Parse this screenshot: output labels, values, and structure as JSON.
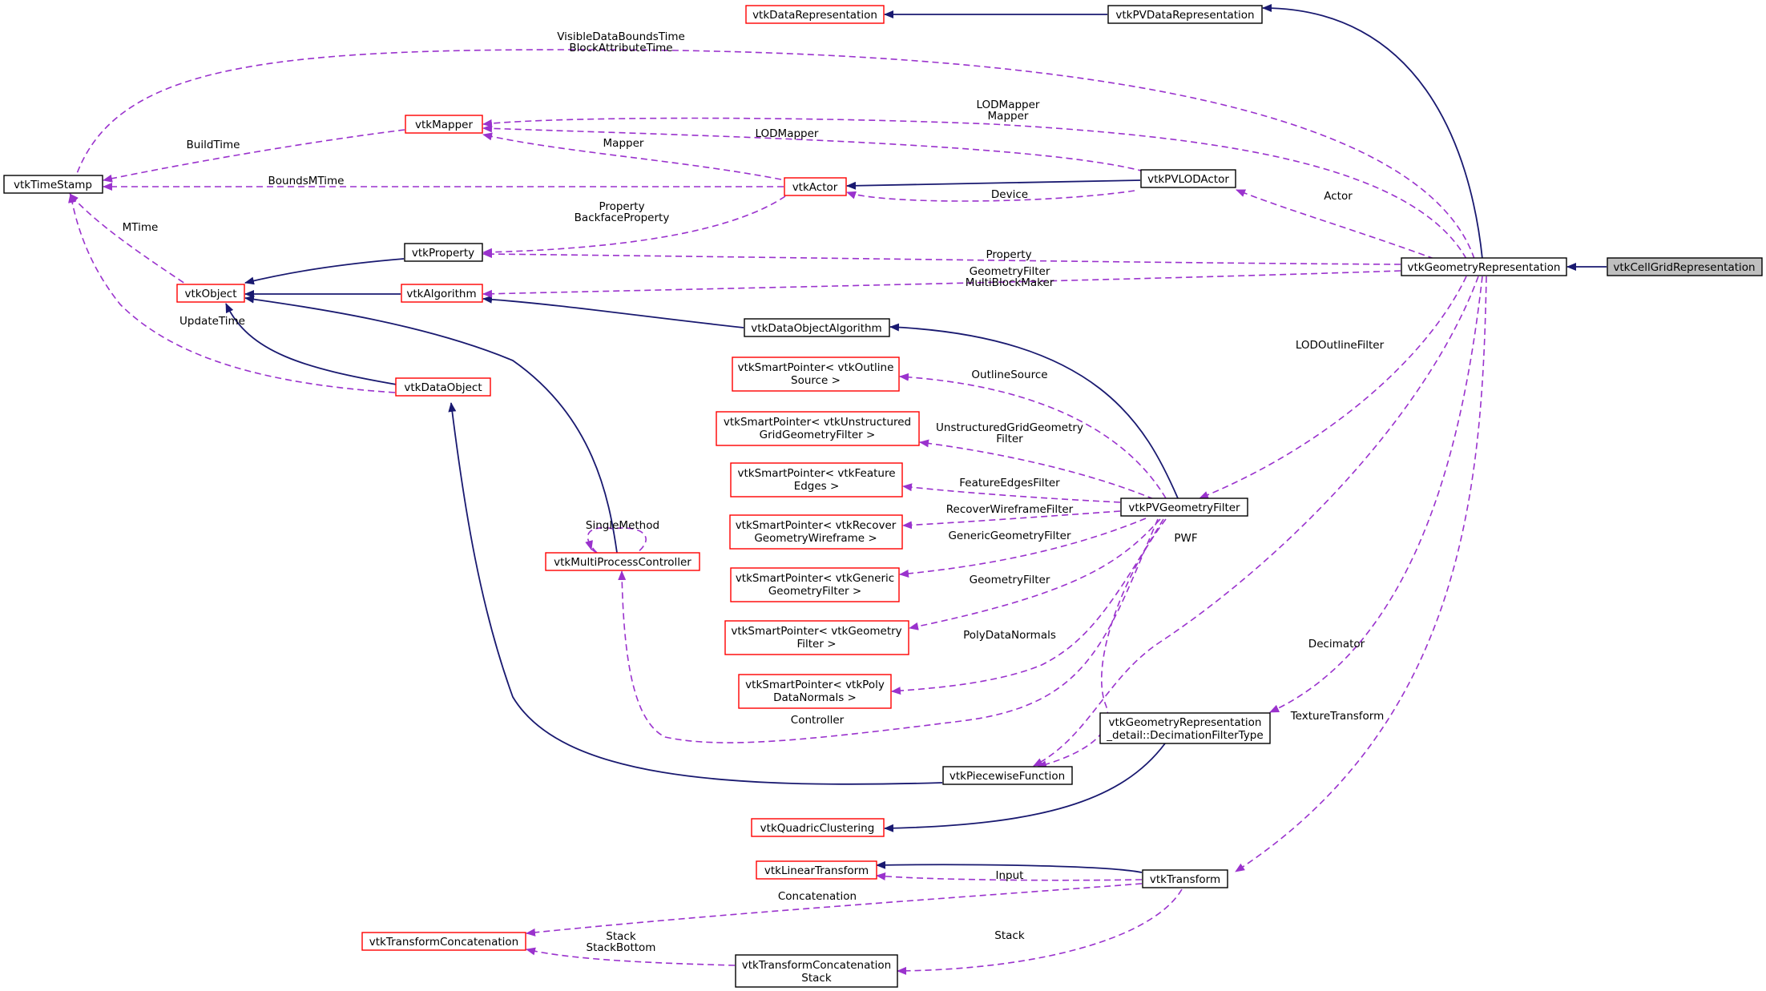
{
  "colors": {
    "inheritance_edge": "#191970",
    "usage_edge": "#9a32cd",
    "documented_border": "#000000",
    "undocumented_border": "#ff0000",
    "focus_fill": "#bfbfbf"
  },
  "nodes": {
    "vtkCellGridRepresentation": "vtkCellGridRepresentation",
    "vtkGeometryRepresentation": "vtkGeometryRepresentation",
    "vtkPVDataRepresentation": "vtkPVDataRepresentation",
    "vtkDataRepresentation": "vtkDataRepresentation",
    "vtkTimeStamp": "vtkTimeStamp",
    "vtkMapper": "vtkMapper",
    "vtkActor": "vtkActor",
    "vtkPVLODActor": "vtkPVLODActor",
    "vtkProperty": "vtkProperty",
    "vtkObject": "vtkObject",
    "vtkAlgorithm": "vtkAlgorithm",
    "vtkDataObjectAlgorithm": "vtkDataObjectAlgorithm",
    "vtkDataObject": "vtkDataObject",
    "vtkMultiProcessController": "vtkMultiProcessController",
    "sp_outline": [
      "vtkSmartPointer< vtkOutline",
      "Source >"
    ],
    "sp_unstructured": [
      "vtkSmartPointer< vtkUnstructured",
      "GridGeometryFilter >"
    ],
    "sp_feature": [
      "vtkSmartPointer< vtkFeature",
      "Edges >"
    ],
    "sp_recover": [
      "vtkSmartPointer< vtkRecover",
      "GeometryWireframe >"
    ],
    "sp_generic": [
      "vtkSmartPointer< vtkGeneric",
      "GeometryFilter >"
    ],
    "sp_geometry": [
      "vtkSmartPointer< vtkGeometry",
      "Filter >"
    ],
    "sp_poly": [
      "vtkSmartPointer< vtkPoly",
      "DataNormals >"
    ],
    "vtkPVGeometryFilter": "vtkPVGeometryFilter",
    "decimation": [
      "vtkGeometryRepresentation",
      "_detail::DecimationFilterType"
    ],
    "vtkPiecewiseFunction": "vtkPiecewiseFunction",
    "vtkQuadricClustering": "vtkQuadricClustering",
    "vtkLinearTransform": "vtkLinearTransform",
    "vtkTransform": "vtkTransform",
    "vtkTransformConcatenation": "vtkTransformConcatenation",
    "tcstack": [
      "vtkTransformConcatenation",
      "Stack"
    ]
  },
  "edge_labels": {
    "visible_data": [
      "VisibleDataBoundsTime",
      "BlockAttributeTime"
    ],
    "lodmapper_mapper": [
      "LODMapper",
      "Mapper"
    ],
    "buildtime": "BuildTime",
    "lodmapper": "LODMapper",
    "mapper": "Mapper",
    "boundsmtime": "BoundsMTime",
    "device": "Device",
    "actor": "Actor",
    "property_backface": [
      "Property",
      "BackfaceProperty"
    ],
    "mtime": "MTime",
    "property": "Property",
    "geometryfilter_multiblock": [
      "GeometryFilter",
      "MultiBlockMaker"
    ],
    "updatetime": "UpdateTime",
    "lodoutlinefilter": "LODOutlineFilter",
    "outlinesource": "OutlineSource",
    "unstructured": [
      "UnstructuredGridGeometry",
      "Filter"
    ],
    "featureedges": "FeatureEdgesFilter",
    "recover": "RecoverWireframeFilter",
    "generic": "GenericGeometryFilter",
    "geometryfilter": "GeometryFilter",
    "polydatanormals": "PolyDataNormals",
    "singlemethod": "SingleMethod",
    "pwf": "PWF",
    "controller": "Controller",
    "decimator": "Decimator",
    "texturetransform": "TextureTransform",
    "input": "Input",
    "concatenation": "Concatenation",
    "stack_bottom": [
      "Stack",
      "StackBottom"
    ],
    "stack": "Stack"
  }
}
